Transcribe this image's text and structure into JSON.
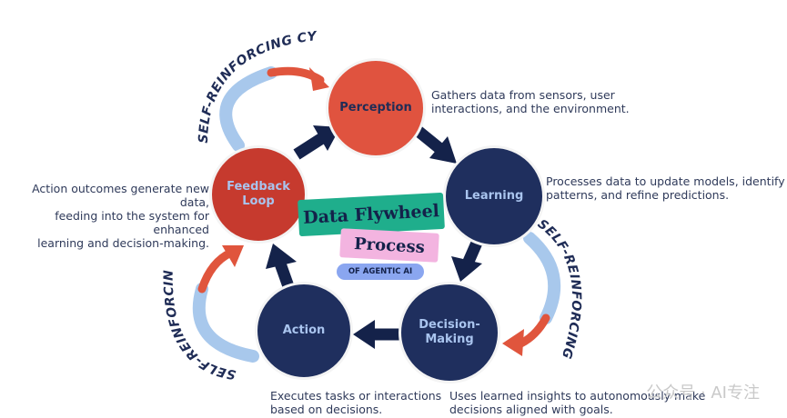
{
  "nodes": {
    "perception": "Perception",
    "learning": "Learning",
    "decision": "Decision-Making",
    "action": "Action",
    "feedback": "Feedback Loop"
  },
  "descriptions": {
    "perception": [
      "Gathers data from sensors, user",
      "interactions, and the environment."
    ],
    "learning": [
      "Processes data to update models, identify",
      "patterns, and refine predictions."
    ],
    "decision": [
      "Uses learned insights to autonomously make",
      "decisions aligned with goals."
    ],
    "action": [
      "Executes tasks or interactions",
      "based on decisions."
    ],
    "feedback": [
      "Action outcomes generate new data,",
      "feeding into the system for enhanced",
      "learning and decision-making."
    ]
  },
  "center": {
    "title": "Data Flywheel",
    "process": "Process",
    "badge": "OF AGENTIC AI"
  },
  "cycle_label": "SELF-REINFORCING CYCLE",
  "watermark": "公众号 · AI专注",
  "colors": {
    "red_node": "#e0533f",
    "navy_node": "#1f2f5e",
    "node_border": "#f4f4f4",
    "navy_text": "#1f2c56",
    "light_text": "#a9c4ee",
    "arrow_navy": "#14224a",
    "arc_red": "#e0553d",
    "arc_blue": "#a8c8ec",
    "banner_green": "#1fae8c",
    "process_pink": "#f3b4e0",
    "badge_blue": "#8aa6f0"
  }
}
